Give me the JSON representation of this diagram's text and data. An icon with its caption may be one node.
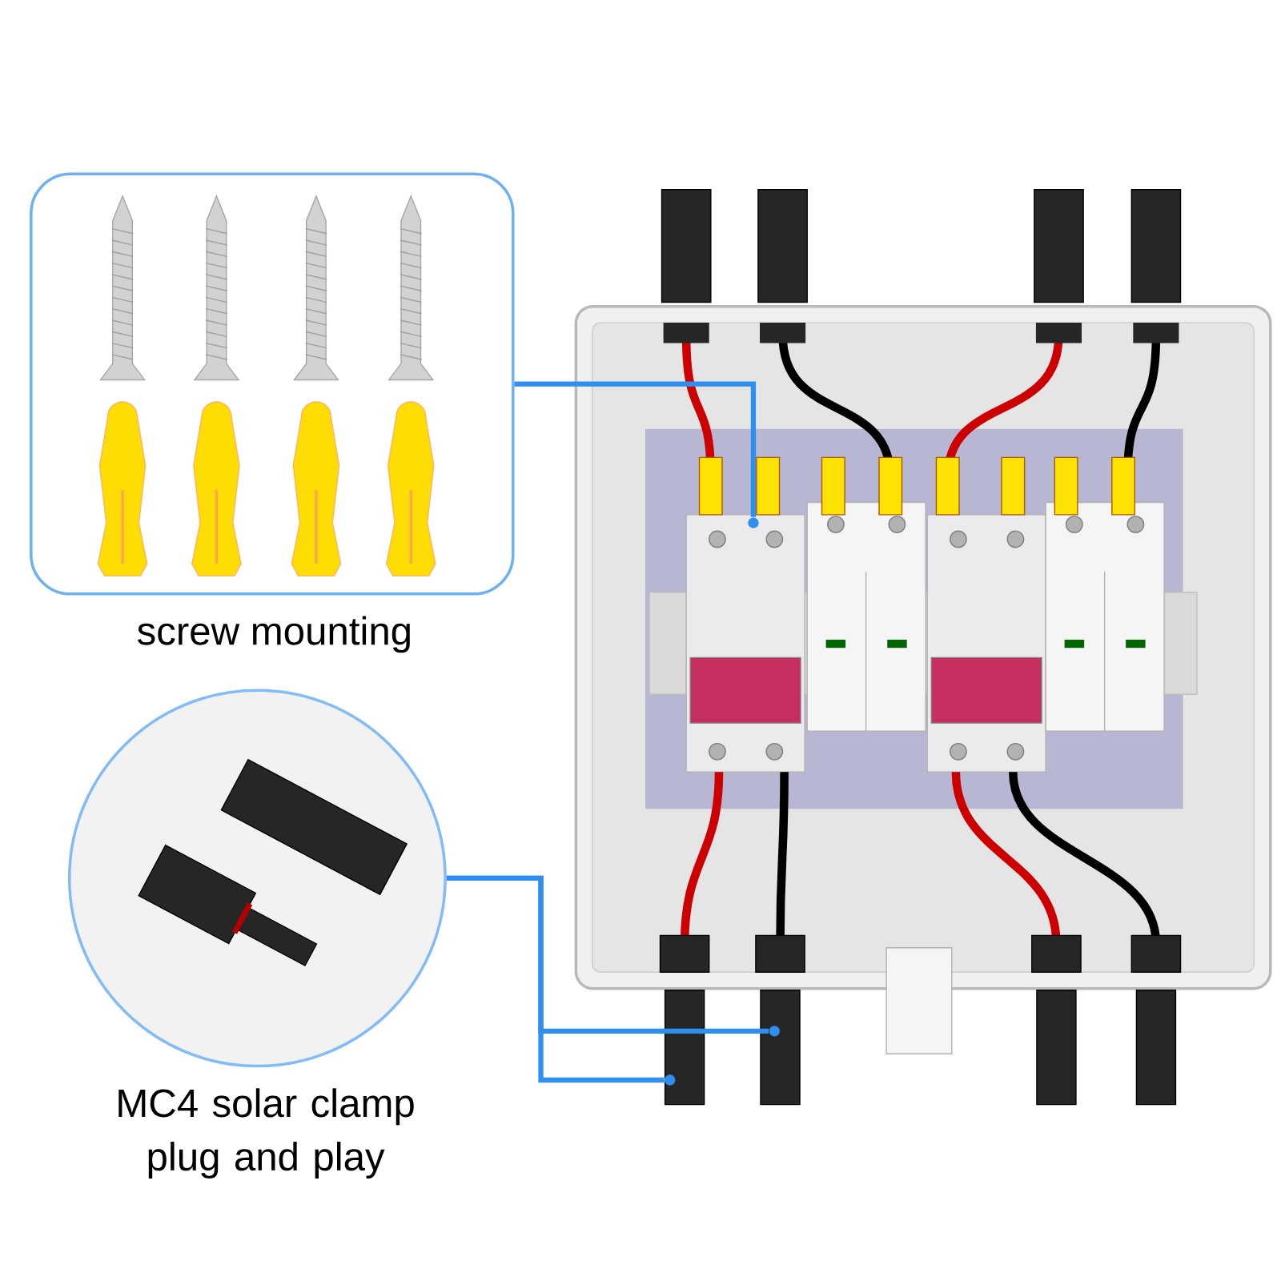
{
  "diagram": {
    "nodes": [
      {
        "text": [
          "screw mounting"
        ]
      },
      {
        "text": [
          "MC4 solar clamp plug and play"
        ]
      },
      {
        "text": [],
        "shape": "picture"
      },
      {
        "text": [],
        "shape": "circle",
        "in": 2
      },
      {
        "text": [],
        "shape": "circle"
      },
      {
        "text": [],
        "shape": "circle"
      }
    ],
    "edges": [
      {
        "from": 0,
        "to": 3,
        "arrow": "none"
      },
      {
        "from": 1,
        "to": 4,
        "arrow": "none"
      },
      {
        "from": 1,
        "to": 5,
        "arrow": "none"
      }
    ]
  }
}
